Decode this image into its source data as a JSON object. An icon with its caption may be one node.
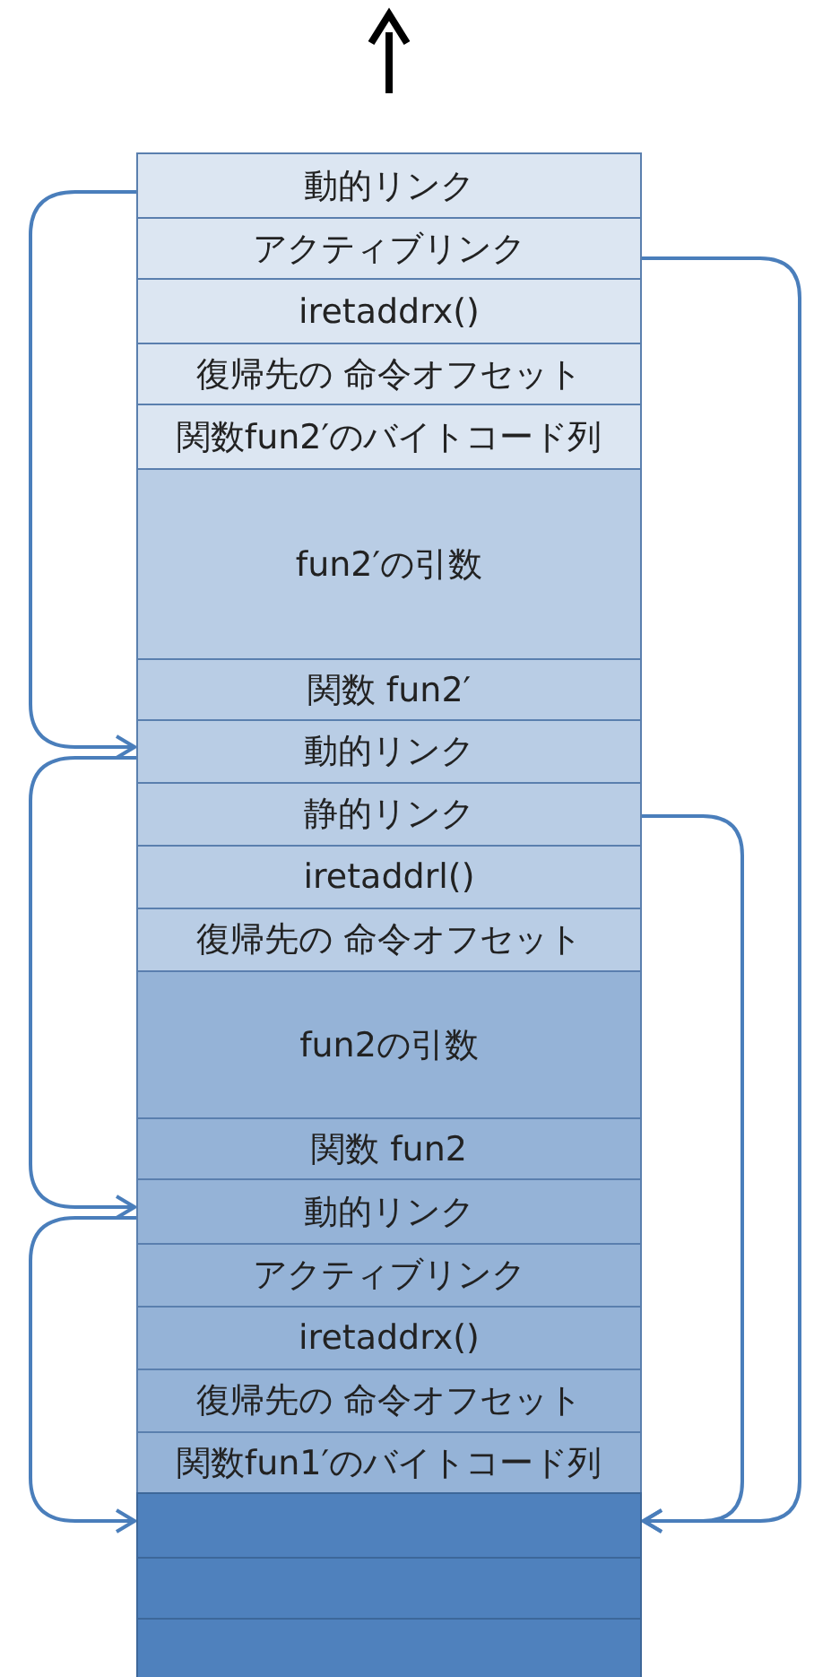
{
  "diagram": {
    "nodes": [
      {
        "text": [
          "動的リンク"
        ]
      },
      {
        "text": [
          "アクティブリンク"
        ]
      },
      {
        "text": [
          "iretaddrx()"
        ]
      },
      {
        "text": [
          "復帰先の 命令オフセット"
        ]
      },
      {
        "text": [
          "関数fun2′のバイトコード列"
        ]
      },
      {
        "text": [
          "fun2′の引数"
        ]
      },
      {
        "text": [
          "関数 fun2′"
        ]
      },
      {
        "text": [
          "動的リンク"
        ]
      },
      {
        "text": [
          "静的リンク"
        ]
      },
      {
        "text": [
          "iretaddrl()"
        ]
      },
      {
        "text": [
          "復帰先の 命令オフセット"
        ]
      },
      {
        "text": [
          "fun2の引数"
        ]
      },
      {
        "text": [
          "関数 fun2"
        ]
      },
      {
        "text": [
          "動的リンク"
        ]
      },
      {
        "text": [
          "アクティブリンク"
        ]
      },
      {
        "text": [
          "iretaddrx()"
        ]
      },
      {
        "text": [
          "復帰先の 命令オフセット"
        ]
      },
      {
        "text": [
          "関数fun1′のバイトコード列"
        ]
      },
      {
        "text": [],
        "shape": "box"
      },
      {
        "text": [],
        "shape": "box"
      },
      {
        "text": [],
        "shape": "box"
      }
    ],
    "edges": [
      {
        "from": 0,
        "to": 7,
        "arrow": "to"
      },
      {
        "from": 1,
        "to": 18,
        "arrow": "to"
      },
      {
        "from": 7,
        "to": 13,
        "arrow": "to"
      },
      {
        "from": 8,
        "to": 18,
        "arrow": "to"
      },
      {
        "from": 13,
        "to": 18,
        "arrow": "to"
      }
    ]
  }
}
